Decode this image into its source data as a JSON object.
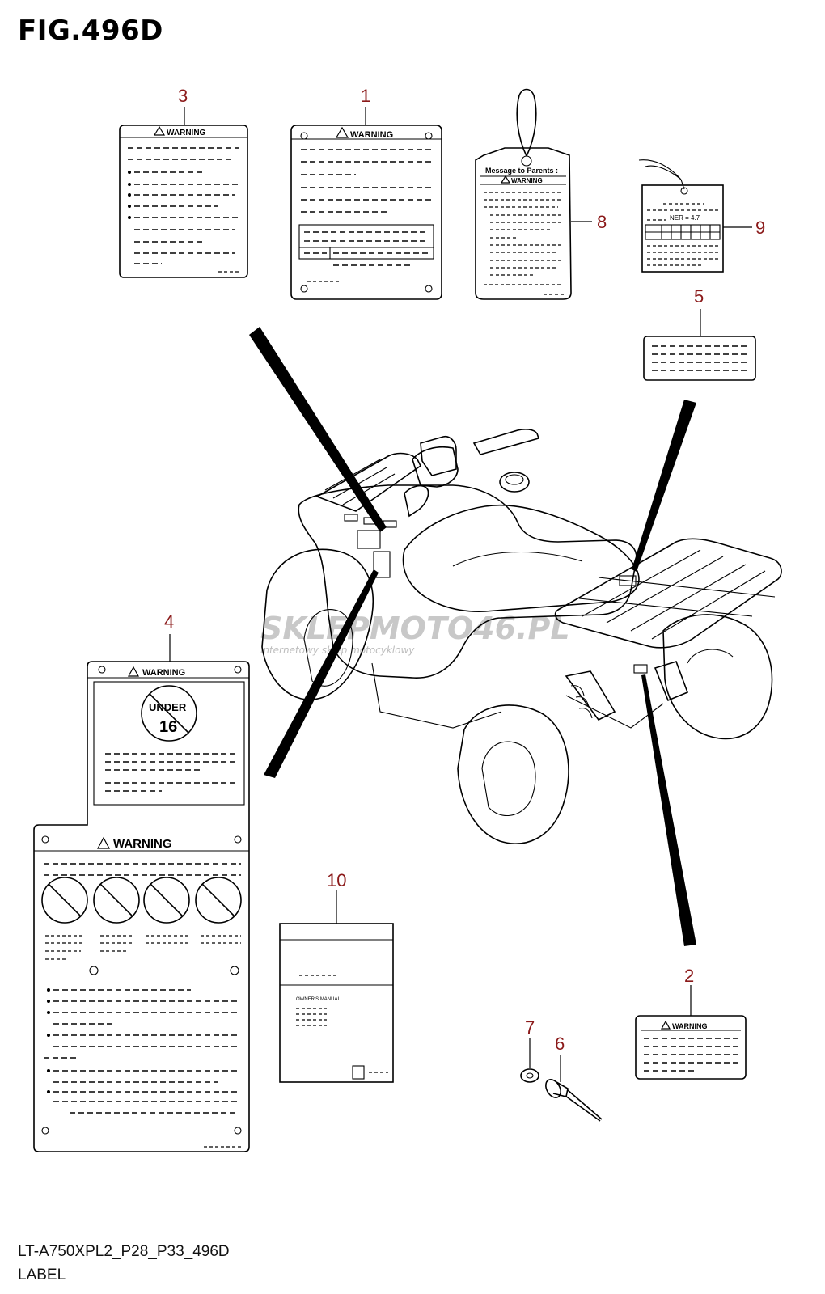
{
  "figure": {
    "title": "FIG.496D"
  },
  "footer": {
    "code": "LT-A750XPL2_P28_P33_496D",
    "caption": "LABEL"
  },
  "callouts": [
    "1",
    "2",
    "3",
    "4",
    "5",
    "6",
    "7",
    "8",
    "9",
    "10"
  ],
  "labels": {
    "warning": "WARNING",
    "message_to_parents": "Message to Parents :",
    "under": "UNDER",
    "age": "16",
    "ner": "NER = 4.7",
    "owners_manual": "OWNER'S MANUAL"
  },
  "watermark": {
    "brand": "SKLEPMOTO46.PL",
    "tagline": "internetowy sklep motocyklowy"
  },
  "colors": {
    "callout": "#8b1a1a",
    "line": "#000000",
    "watermark": "#c8c8c8"
  }
}
